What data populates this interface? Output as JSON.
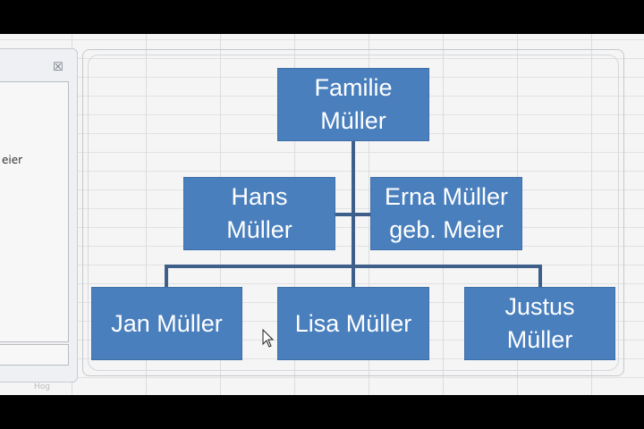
{
  "task_pane": {
    "close_icon": "close-icon",
    "partial_text": "eier"
  },
  "sheet_tab": {
    "label": "Hog"
  },
  "org_chart": {
    "box_color": "#4a7fbd",
    "line_color": "#3d5f89",
    "root": {
      "line1": "Familie",
      "line2": "Müller"
    },
    "parents": [
      {
        "line1": "Hans",
        "line2": "Müller"
      },
      {
        "line1": "Erna Müller",
        "line2": "geb. Meier"
      }
    ],
    "children": [
      {
        "label": "Jan Müller"
      },
      {
        "label": "Lisa Müller"
      },
      {
        "line1": "Justus",
        "line2": "Müller"
      }
    ]
  }
}
